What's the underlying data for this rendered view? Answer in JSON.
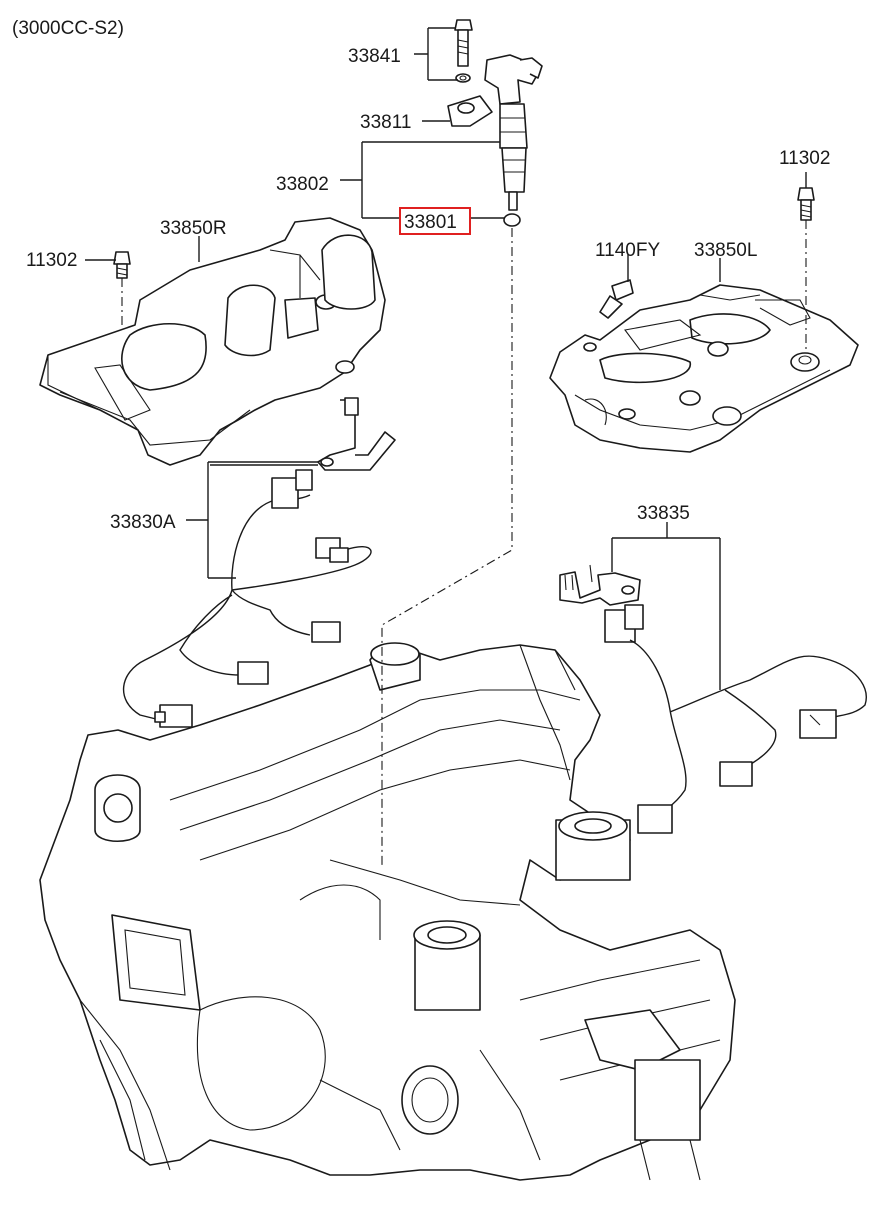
{
  "diagram": {
    "variant": "(3000CC-S2)",
    "highlight_color": "#e02020",
    "line_color": "#1a1a1a",
    "labels": {
      "p33841": "33841",
      "p33811": "33811",
      "p33802": "33802",
      "p33801": "33801",
      "p33850R": "33850R",
      "p11302_left": "11302",
      "p11302_right": "11302",
      "p1140FY": "1140FY",
      "p33850L": "33850L",
      "p33830A": "33830A",
      "p33835": "33835"
    },
    "highlighted_part": "33801"
  }
}
